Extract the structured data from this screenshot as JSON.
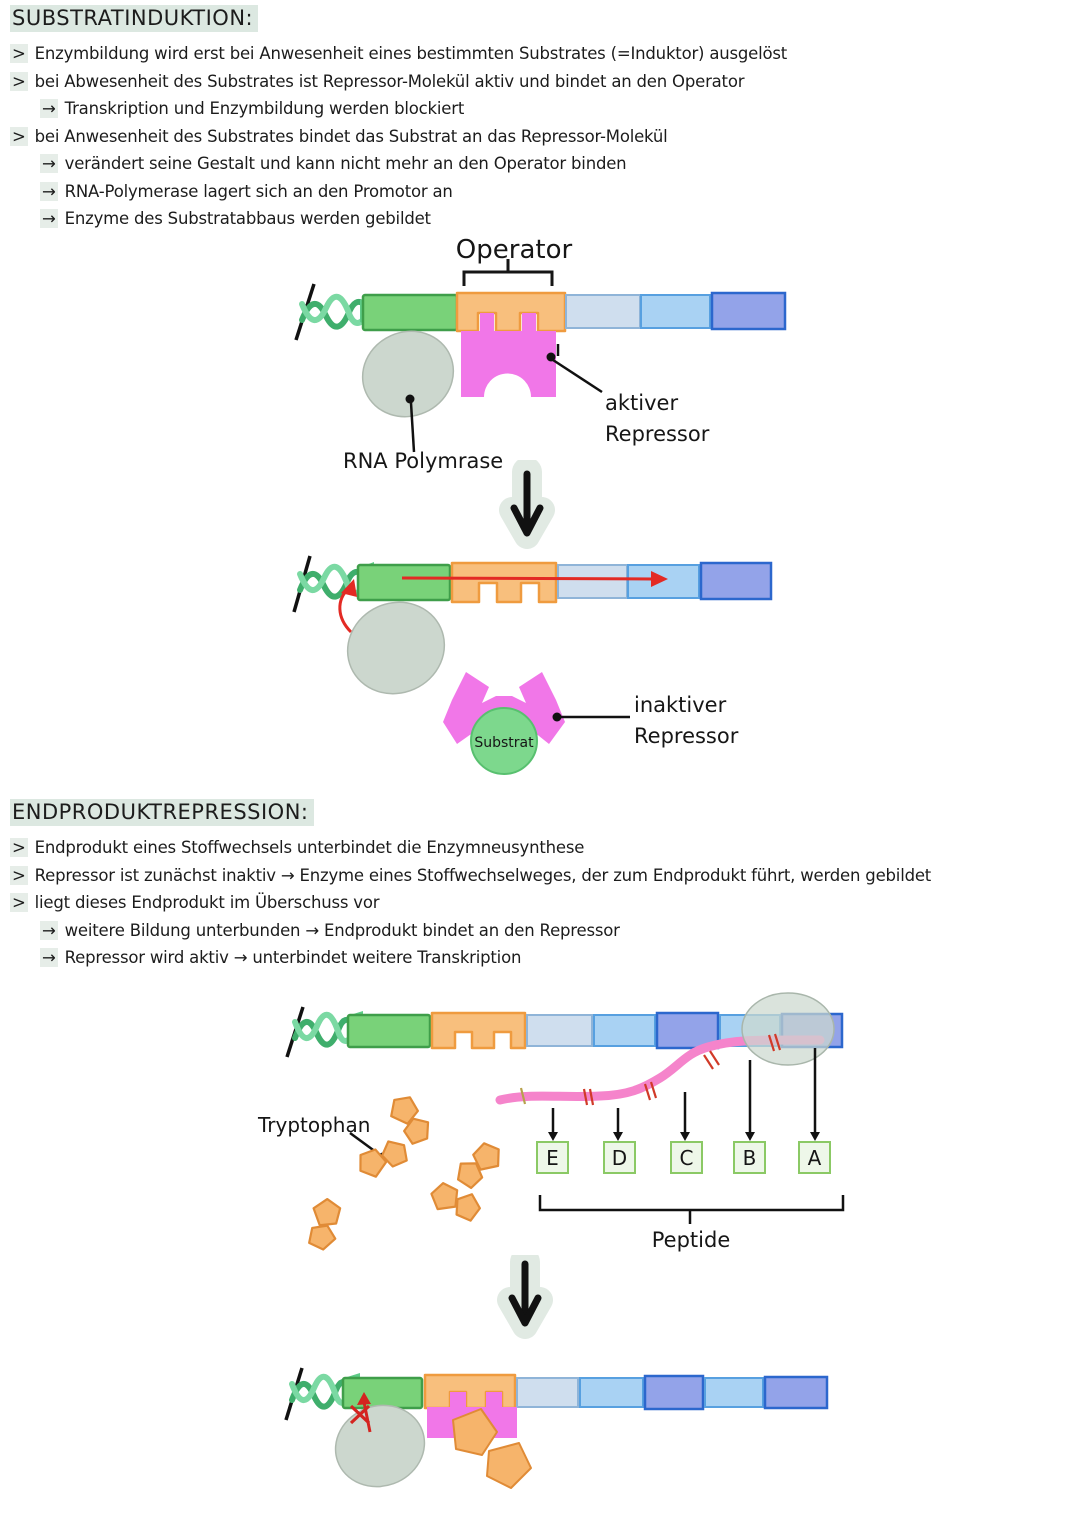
{
  "section1": {
    "title": "SUBSTRATINDUKTION:",
    "lines": [
      {
        "marker": ">",
        "text": "Enzymbildung wird erst bei Anwesenheit eines bestimmten Substrates (=Induktor) ausgelöst"
      },
      {
        "marker": ">",
        "text": "bei Abwesenheit des Substrates ist Repressor-Molekül aktiv und bindet an den Operator"
      },
      {
        "marker": "→",
        "text": "Transkription und Enzymbildung werden blockiert"
      },
      {
        "marker": ">",
        "text": "bei Anwesenheit des Substrates bindet das Substrat an das Repressor-Molekül"
      },
      {
        "marker": "→",
        "text": "verändert seine Gestalt und kann nicht mehr an den Operator binden"
      },
      {
        "marker": "→",
        "text": "RNA-Polymerase lagert sich an den Promotor an"
      },
      {
        "marker": "→",
        "text": "Enzyme des Substratabbaus werden gebildet"
      }
    ]
  },
  "diagram1": {
    "operator_label": "Operator",
    "rna_polymerase_label": "RNA Polymrase",
    "repressor_label_line1": "aktiver",
    "repressor_label_line2": "Repressor"
  },
  "diagram2": {
    "substrate_label": "Substrat",
    "repressor_label_line1": "inaktiver",
    "repressor_label_line2": "Repressor"
  },
  "section2": {
    "title": "ENDPRODUKTREPRESSION:",
    "lines": [
      {
        "marker": ">",
        "text": "Endprodukt eines Stoffwechsels unterbindet die Enzymneusynthese"
      },
      {
        "marker": ">",
        "text": "Repressor ist zunächst inaktiv → Enzyme eines Stoffwechselweges, der zum Endprodukt führt, werden gebildet"
      },
      {
        "marker": ">",
        "text": "liegt dieses Endprodukt im Überschuss vor"
      },
      {
        "marker": "→",
        "text": "weitere Bildung unterbunden → Endprodukt bindet an den Repressor"
      },
      {
        "marker": "→",
        "text": "Repressor wird aktiv → unterbindet weitere Transkription"
      }
    ]
  },
  "diagram3": {
    "tryptophan_label": "Tryptophan",
    "enzyme_boxes": [
      "E",
      "D",
      "C",
      "B",
      "A"
    ],
    "peptide_label": "Peptide"
  },
  "colors": {
    "highlight": "#dce8e1",
    "promoter_green": "#79d279",
    "operator_orange": "#f8bf7d",
    "gene_lightblue": "#cfdeee",
    "gene_blue": "#a9d2f3",
    "gene_purpleblue": "#93a3e9",
    "repressor_pink": "#f177e8",
    "polymerase_gray": "#ccd7ce",
    "substrate_green": "#7dd88d",
    "mrna_pink": "#f584cb",
    "tryptophan_orange": "#f6b46b",
    "annotation_red": "#e32a24"
  }
}
